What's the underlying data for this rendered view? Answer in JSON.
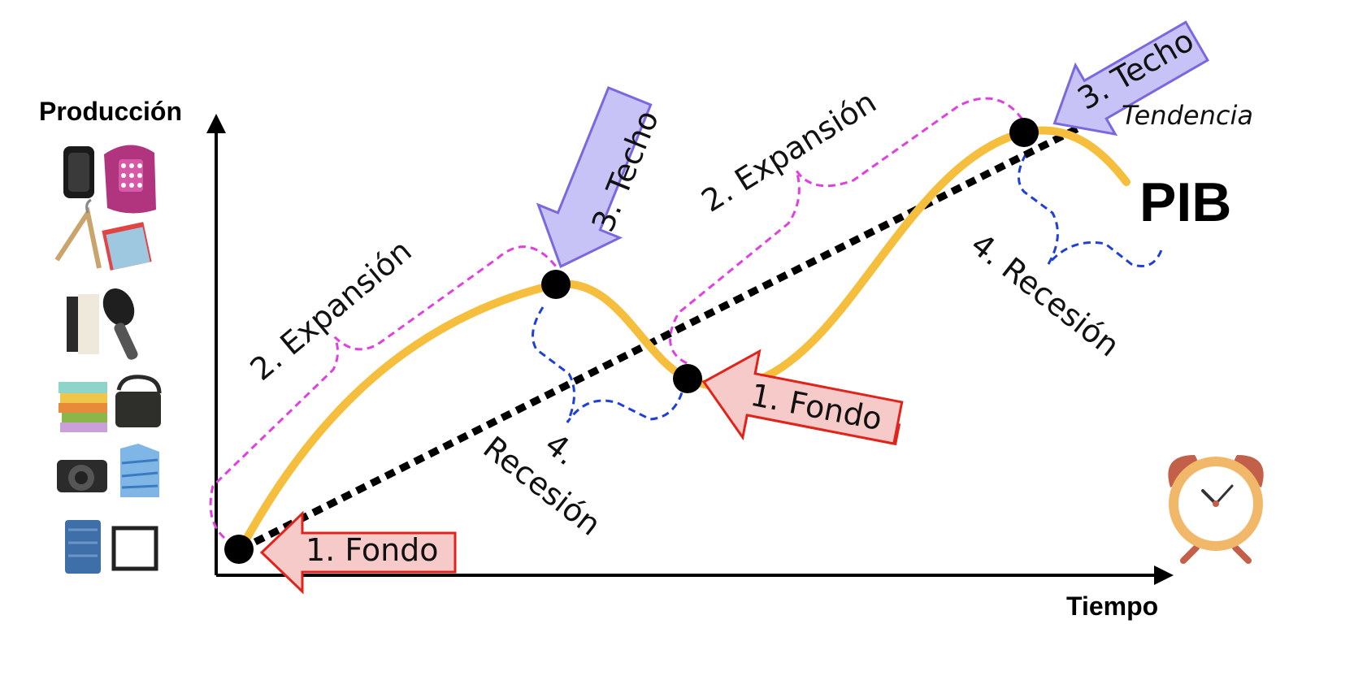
{
  "axes": {
    "y_label": "Producción",
    "x_label": "Tiempo"
  },
  "series": {
    "main_label": "PIB",
    "trend_label": "Tendencia"
  },
  "phases": {
    "fondo_1": "1. Fondo",
    "fondo_2": "1. Fondo",
    "expansion_1": "2. Expansión",
    "expansion_2": "2. Expansión",
    "techo_1": "3. Techo",
    "techo_2": "3. Techo",
    "recesion_1_num": "4.",
    "recesion_1_word": "Recesión",
    "recesion_2": "4. Recesión"
  },
  "colors": {
    "pib_curve": "#F5BE3C",
    "trend_line": "#000000",
    "expansion_brace": "#E040E0",
    "recession_brace": "#1E3FD8",
    "fondo_arrow_fill": "#F7CACA",
    "fondo_arrow_stroke": "#E0241B",
    "techo_arrow_fill": "#C8C3F7",
    "techo_arrow_stroke": "#7A68E0"
  },
  "icons": [
    "wallet-icon",
    "telephone-icon",
    "hanger-icon",
    "towels-icon",
    "book-icon",
    "hairbrush-icon",
    "notebooks-icon",
    "handbag-icon",
    "camera-icon",
    "shirt-icon",
    "jeans-icon",
    "picture-frame-icon",
    "alarm-clock-icon"
  ]
}
